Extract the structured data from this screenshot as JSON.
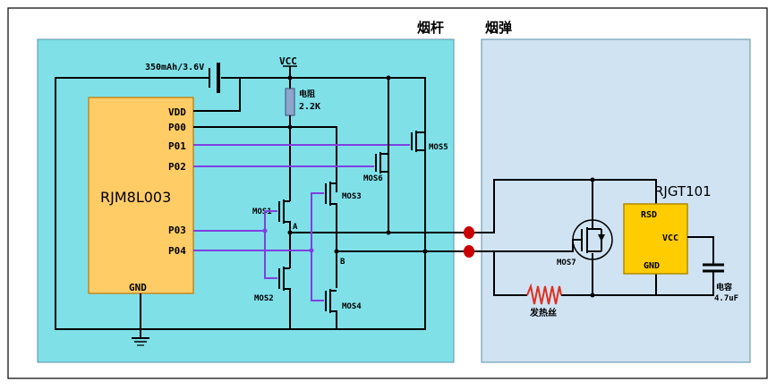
{
  "sections": {
    "rod": "烟杆",
    "cartridge": "烟弹"
  },
  "battery": {
    "label": "350mAh/3.6V"
  },
  "vcc_top": "VCC",
  "resistor": {
    "name": "电阻",
    "value": "2.2K"
  },
  "mcu": {
    "name": "RJM8L003",
    "pins": {
      "vdd": "VDD",
      "p00": "P00",
      "p01": "P01",
      "p02": "P02",
      "p03": "P03",
      "p04": "P04",
      "gnd": "GND"
    }
  },
  "mosfets": {
    "m1": "MOS1",
    "m2": "MOS2",
    "m3": "MOS3",
    "m4": "MOS4",
    "m5": "MOS5",
    "m6": "MOS6",
    "m7": "MOS7"
  },
  "nodes": {
    "a": "A",
    "b": "B"
  },
  "rjgt": {
    "name": "RJGT101",
    "rsd": "RSD",
    "vcc": "VCC",
    "gnd": "GND"
  },
  "capacitor": {
    "name": "电容",
    "value": "4.7uF"
  },
  "heater": "发热丝",
  "colors": {
    "rod_bg": "#7fe0e8",
    "cart_bg": "#cfe3f3",
    "chip_fill": "#ffcc66",
    "chip2_fill": "#ffcc00",
    "signal_wire": "#7f3fdf",
    "connector": "#cc0000",
    "heater": "#e03020",
    "resistor": "#8fa6cc"
  }
}
